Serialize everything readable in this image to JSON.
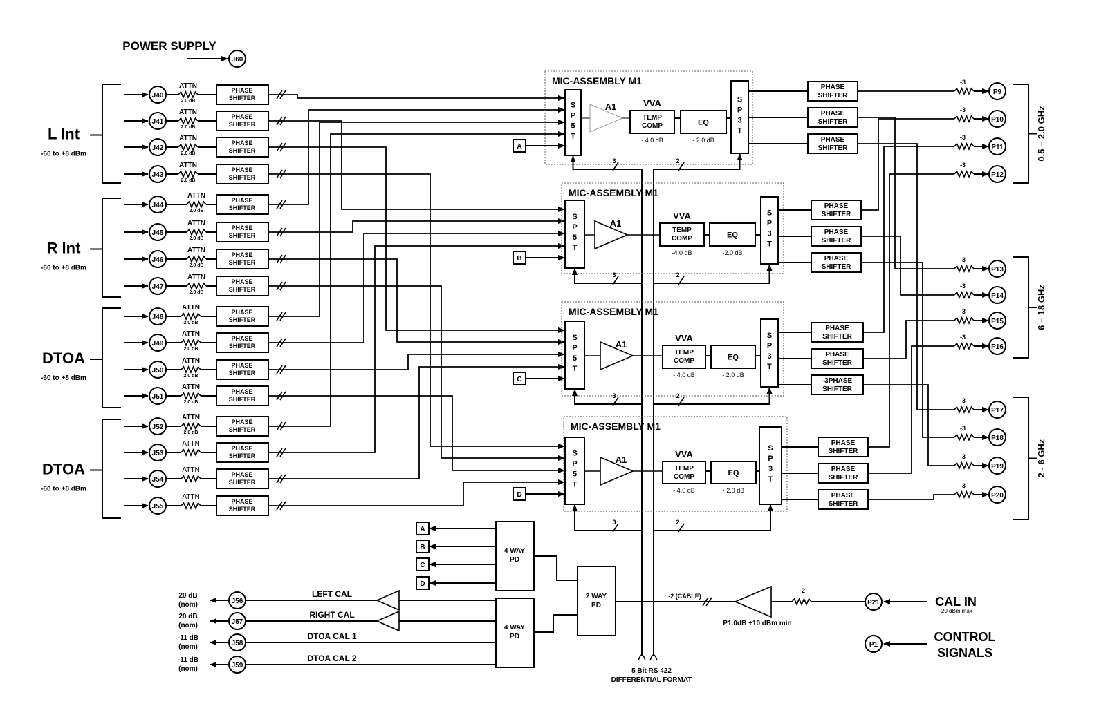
{
  "power": {
    "label": "POWER SUPPLY",
    "jack": "J60"
  },
  "attn_label": "ATTN",
  "phase_shifter": {
    "line1": "PHASE",
    "line2": "SHIFTER"
  },
  "input_groups": [
    {
      "label": "L Int",
      "range": "-60 to +8 dBm",
      "jacks": [
        "J40",
        "J41",
        "J42",
        "J43"
      ],
      "attn": [
        "2.0 dB",
        "2.0 dB",
        "2.0 dB",
        "2.0 dB"
      ]
    },
    {
      "label": "R Int",
      "range": "-60 to +8 dBm",
      "jacks": [
        "J44",
        "J45",
        "J46",
        "J47"
      ],
      "attn": [
        "2.0 dB",
        "2.0 dB",
        "2.0 dB",
        "2.0 dB"
      ]
    },
    {
      "label": "DTOA",
      "range": "-60 to +8 dBm",
      "jacks": [
        "J48",
        "J49",
        "J50",
        "J51"
      ],
      "attn": [
        "2.0 dB",
        "2.0 dB",
        "2.0 dB",
        "2.0 dB"
      ]
    },
    {
      "label": "DTOA",
      "range": "-60 to +8 dBm",
      "jacks": [
        "J52",
        "J53",
        "J54",
        "J55"
      ],
      "attn": [
        "2.0 dB",
        "",
        "",
        ""
      ]
    }
  ],
  "assemblies": [
    {
      "title": "MIC-ASSEMBLY M1",
      "sp5t": [
        "S",
        "P",
        "5",
        "T"
      ],
      "amp": "A1",
      "vva": "VVA",
      "temp": "TEMP",
      "comp": "COMP",
      "temp_loss": "- 4.0 dB",
      "eq": "EQ",
      "eq_loss": "- 2.0 dB",
      "sp3t": [
        "S",
        "P",
        "3",
        "T"
      ],
      "cal_input": "A",
      "ctrl_in_bits": "3",
      "ctrl_out_bits": "2",
      "out_shifters": [
        [
          "PHASE",
          "SHIFTER"
        ],
        [
          "PHASE",
          "SHIFTER"
        ],
        [
          "PHASE",
          "SHIFTER"
        ]
      ]
    },
    {
      "title": "MIC-ASSEMBLY M1",
      "sp5t": [
        "S",
        "P",
        "5",
        "T"
      ],
      "amp": "A1",
      "vva": "VVA",
      "temp": "TEMP",
      "comp": "COMP",
      "temp_loss": "-4.0 dB",
      "eq": "EQ",
      "eq_loss": "-2.0 dB",
      "sp3t": [
        "S",
        "P",
        "3",
        "T"
      ],
      "cal_input": "B",
      "ctrl_in_bits": "3",
      "ctrl_out_bits": "2",
      "out_shifters": [
        [
          "PHASE",
          "SHIFTER"
        ],
        [
          "PHASE",
          "SHIFTER"
        ],
        [
          "PHASE",
          "SHIFTER"
        ]
      ]
    },
    {
      "title": "MIC-ASSEMBLY M1",
      "sp5t": [
        "S",
        "P",
        "5",
        "T"
      ],
      "amp": "A1",
      "vva": "VVA",
      "temp": "TEMP",
      "comp": "COMP",
      "temp_loss": "- 4.0 dB",
      "eq": "EQ",
      "eq_loss": "- 2.0 dB",
      "sp3t": [
        "S",
        "P",
        "3",
        "T"
      ],
      "cal_input": "C",
      "ctrl_in_bits": "3",
      "ctrl_out_bits": "2",
      "out_shifters": [
        [
          "PHASE",
          "SHIFTER"
        ],
        [
          "PHASE",
          "SHIFTER"
        ],
        [
          "-3PHASE",
          "SHIFTER"
        ]
      ]
    },
    {
      "title": "MIC-ASSEMBLY M1",
      "sp5t": [
        "S",
        "P",
        "5",
        "T"
      ],
      "amp": "A1",
      "vva": "VVA",
      "temp": "TEMP",
      "comp": "COMP",
      "temp_loss": "- 4.0 dB",
      "eq": "EQ",
      "eq_loss": "- 2.0 dB",
      "sp3t": [
        "S",
        "P",
        "3",
        "T"
      ],
      "cal_input": "D",
      "ctrl_in_bits": "3",
      "ctrl_out_bits": "2",
      "out_shifters": [
        [
          "PHASE",
          "SHIFTER"
        ],
        [
          "PHASE",
          "SHIFTER"
        ],
        [
          "PHASE",
          "SHIFTER"
        ]
      ]
    }
  ],
  "port_loss": "-3",
  "output_bands": [
    {
      "label": "0.5 – 2.0 GHz",
      "ports": [
        "P9",
        "P10",
        "P11",
        "P12"
      ]
    },
    {
      "label": "6 – 18 GHz",
      "ports": [
        "P13",
        "P14",
        "P15",
        "P16"
      ]
    },
    {
      "label": "2 - 6 GHz",
      "ports": [
        "P17",
        "P18",
        "P19",
        "P20"
      ]
    }
  ],
  "cal": {
    "cal_boxes": [
      "A",
      "B",
      "C",
      "D"
    ],
    "pd4": [
      "4 WAY",
      "PD"
    ],
    "pd2": [
      "2 WAY",
      "PD"
    ],
    "outputs": [
      {
        "jack": "J56",
        "level": "20 dB",
        "nom": "(nom)",
        "name": "LEFT CAL"
      },
      {
        "jack": "J57",
        "level": "20 dB",
        "nom": "(nom)",
        "name": "RIGHT CAL"
      },
      {
        "jack": "J58",
        "level": "-11 dB",
        "nom": "(nom)",
        "name": "DTOA CAL 1"
      },
      {
        "jack": "J59",
        "level": "-11 dB",
        "nom": "(nom)",
        "name": "DTOA CAL 2"
      }
    ],
    "cable_loss": "-2 (CABLE)",
    "amp_spec": "P1.0dB +10 dBm min",
    "pad": "-2",
    "cal_in_jack": "P21",
    "cal_in_label": "CAL IN",
    "cal_in_spec": "-20 dBm max",
    "control_jack": "P1",
    "control_label": [
      "CONTROL",
      "SIGNALS"
    ],
    "bus_label": [
      "5 Bit RS 422",
      "DIFFERENTIAL FORMAT"
    ]
  }
}
